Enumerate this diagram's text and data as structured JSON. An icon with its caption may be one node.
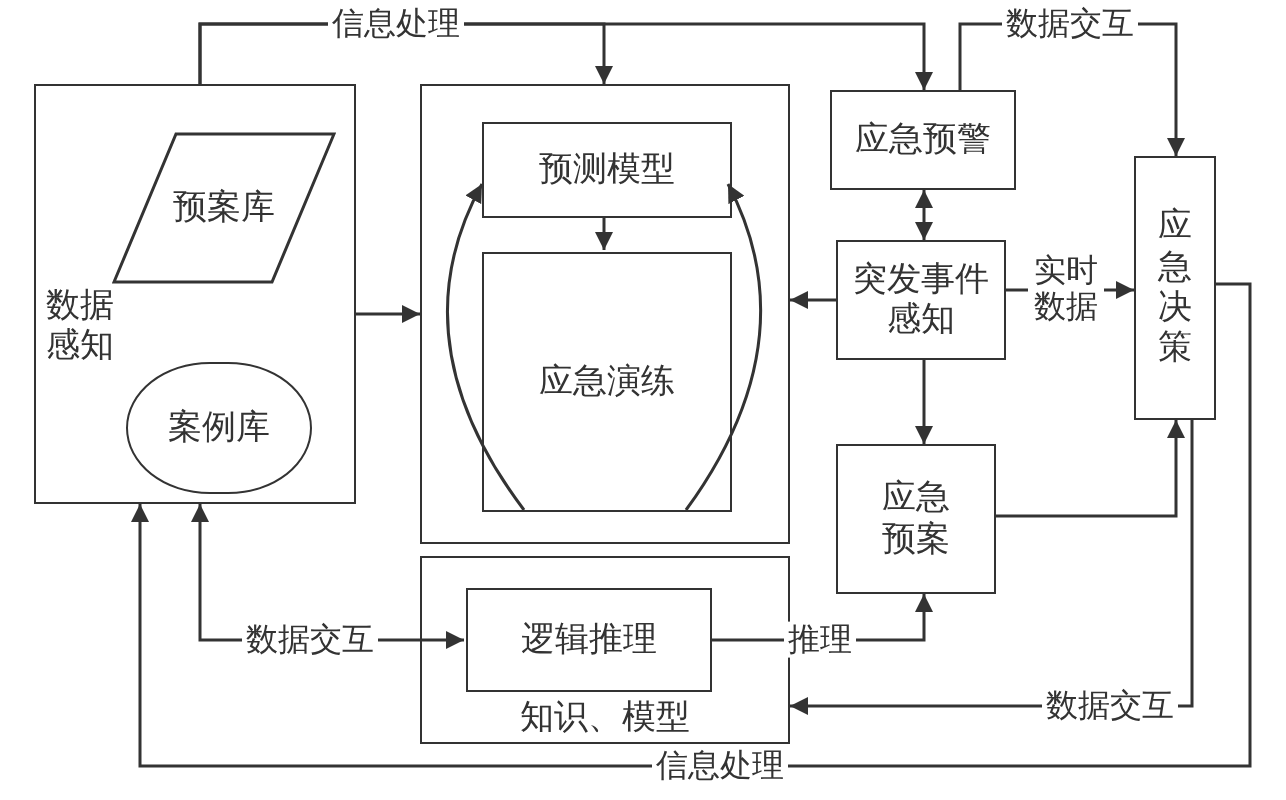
{
  "diagram": {
    "nodes": [
      {
        "text": [
          "数据感知"
        ]
      },
      {
        "text": [
          "预案库"
        ],
        "in": 0
      },
      {
        "text": [
          "案例库"
        ],
        "in": 0
      },
      {
        "text": [],
        "shape": "box"
      },
      {
        "text": [
          "预测模型"
        ],
        "in": 3
      },
      {
        "text": [
          "应急演练"
        ],
        "in": 3
      },
      {
        "text": [
          "知识、模型"
        ]
      },
      {
        "text": [
          "逻辑推理"
        ],
        "in": 6
      },
      {
        "text": [
          "应急预警"
        ]
      },
      {
        "text": [
          "突发事件感知"
        ]
      },
      {
        "text": [
          "应急预案"
        ]
      },
      {
        "text": [
          "应急决策"
        ]
      }
    ],
    "edges": [
      {
        "from": 0,
        "to": 3,
        "arrow": "to",
        "label": "信息处理"
      },
      {
        "from": 0,
        "to": 8,
        "arrow": "to"
      },
      {
        "from": 8,
        "to": 11,
        "arrow": "to",
        "label": "数据交互"
      },
      {
        "from": 8,
        "to": 9,
        "arrow": "both"
      },
      {
        "from": 9,
        "to": 11,
        "arrow": "to",
        "label": "实时数据"
      },
      {
        "from": 9,
        "to": 10,
        "arrow": "to"
      },
      {
        "from": 10,
        "to": 11,
        "arrow": "to"
      },
      {
        "from": 11,
        "to": 0,
        "arrow": "to",
        "label": "信息处理"
      },
      {
        "from": 11,
        "to": 6,
        "arrow": "to",
        "label": "数据交互"
      },
      {
        "from": 7,
        "to": 10,
        "arrow": "to",
        "label": "推理"
      },
      {
        "from": 0,
        "to": 7,
        "arrow": "both",
        "label": "数据交互"
      },
      {
        "from": 4,
        "to": 5,
        "arrow": "to"
      },
      {
        "from": 5,
        "to": 4,
        "arrow": "to"
      },
      {
        "from": 5,
        "to": 4,
        "arrow": "to"
      },
      {
        "from": 0,
        "to": 3,
        "arrow": "to"
      },
      {
        "from": 9,
        "to": 3,
        "arrow": "to"
      }
    ]
  }
}
